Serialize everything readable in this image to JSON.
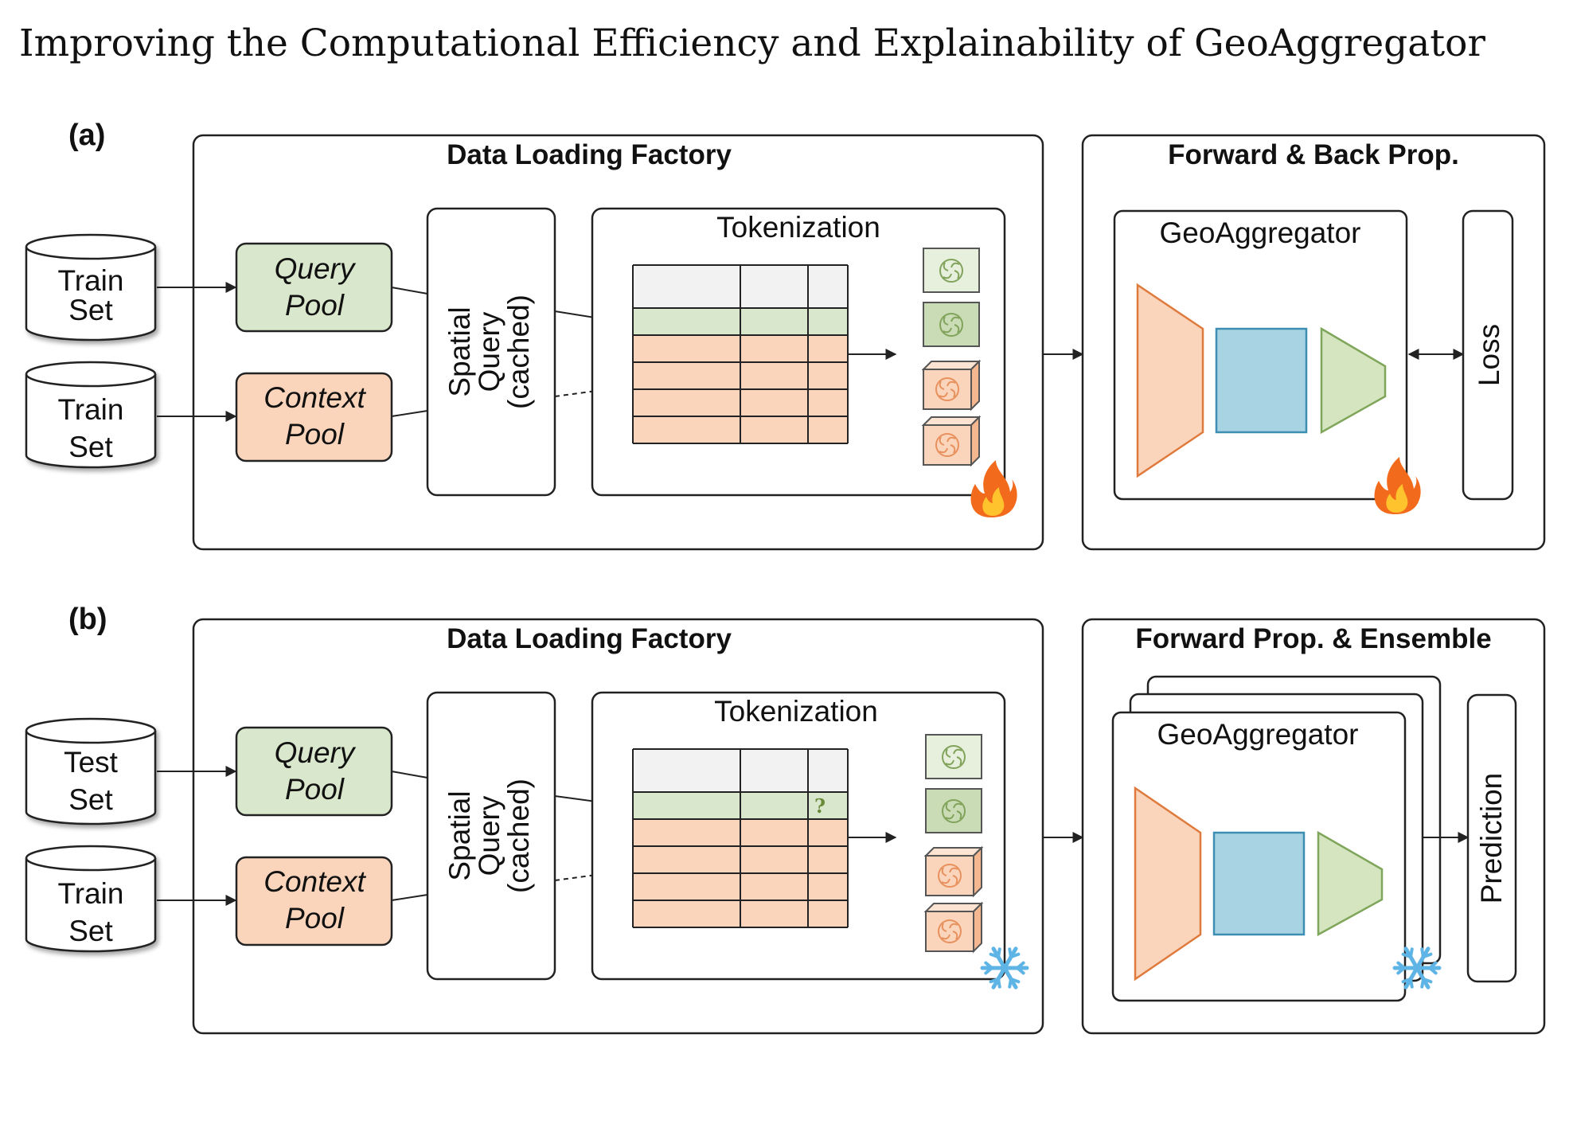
{
  "page_title": "Improving the Computational Efficiency and Explainability of GeoAggregator",
  "panel_a": {
    "label": "(a)",
    "inputs": [
      {
        "line1": "Train",
        "line2": "Set"
      },
      {
        "line1": "Train",
        "line2": "Set"
      }
    ],
    "factory_title": "Data Loading Factory",
    "query_pool": {
      "line1": "Query",
      "line2": "Pool"
    },
    "context_pool": {
      "line1": "Context",
      "line2": "Pool"
    },
    "spatial_query": {
      "line1": "Spatial",
      "line2": "Query",
      "line3": "(cached)"
    },
    "tokenization_title": "Tokenization",
    "model_section_title": "Forward & Back Prop.",
    "model_title": "GeoAggregator",
    "side_box": "Loss",
    "state_icon": "fire-icon"
  },
  "panel_b": {
    "label": "(b)",
    "inputs": [
      {
        "line1": "Test",
        "line2": "Set"
      },
      {
        "line1": "Train",
        "line2": "Set"
      }
    ],
    "factory_title": "Data Loading Factory",
    "query_pool": {
      "line1": "Query",
      "line2": "Pool"
    },
    "context_pool": {
      "line1": "Context",
      "line2": "Pool"
    },
    "spatial_query": {
      "line1": "Spatial",
      "line2": "Query",
      "line3": "(cached)"
    },
    "tokenization_title": "Tokenization",
    "unknown_marker": "?",
    "model_section_title": "Forward Prop. & Ensemble",
    "model_title": "GeoAggregator",
    "side_box": "Prediction",
    "state_icon": "snowflake-icon"
  },
  "colors": {
    "query_fill": "#d9e8cc",
    "query_stroke": "#82a35b",
    "context_fill": "#fad5bc",
    "context_stroke": "#e8915e",
    "header_fill": "#f2f2f2",
    "encoder_fill": "#fad5bc",
    "encoder_stroke": "#e07a3c",
    "core_fill": "#a8d3e2",
    "core_stroke": "#3c8fb3",
    "decoder_fill": "#d5e5c0",
    "decoder_stroke": "#7fa65a",
    "flame": "#f26b1d",
    "snow": "#5fb4e6"
  }
}
